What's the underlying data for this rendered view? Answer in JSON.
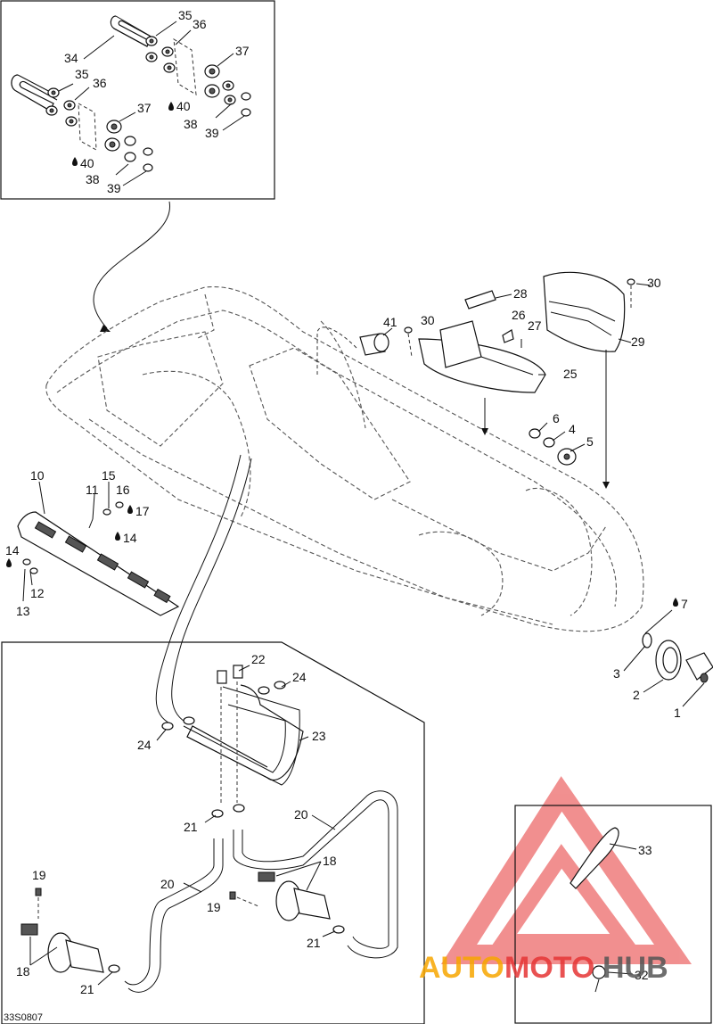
{
  "diagram_code": "33S0807",
  "watermark": {
    "part1": "AUTO",
    "part2": "MOTO",
    "part3": "HUB",
    "color_orange": "#f7a600",
    "color_red": "#e63535",
    "color_gray": "#555555"
  },
  "labels": {
    "l1": "1",
    "l2": "2",
    "l3": "3",
    "l4": "4",
    "l5": "5",
    "l6": "6",
    "l7": "7",
    "l10": "10",
    "l11": "11",
    "l12": "12",
    "l13": "13",
    "l14a": "14",
    "l14b": "14",
    "l15": "15",
    "l16": "16",
    "l17": "17",
    "l18a": "18",
    "l18b": "18",
    "l19a": "19",
    "l19b": "19",
    "l20a": "20",
    "l20b": "20",
    "l21a": "21",
    "l21b": "21",
    "l21c": "21",
    "l22": "22",
    "l23": "23",
    "l24a": "24",
    "l24b": "24",
    "l25": "25",
    "l26": "26",
    "l27": "27",
    "l28": "28",
    "l29": "29",
    "l30a": "30",
    "l30b": "30",
    "l32": "32",
    "l33": "33",
    "l34": "34",
    "l35a": "35",
    "l35b": "35",
    "l36a": "36",
    "l36b": "36",
    "l37a": "37",
    "l37b": "37",
    "l38a": "38",
    "l38b": "38",
    "l39a": "39",
    "l39b": "39",
    "l40a": "40",
    "l40b": "40",
    "l41": "41"
  }
}
